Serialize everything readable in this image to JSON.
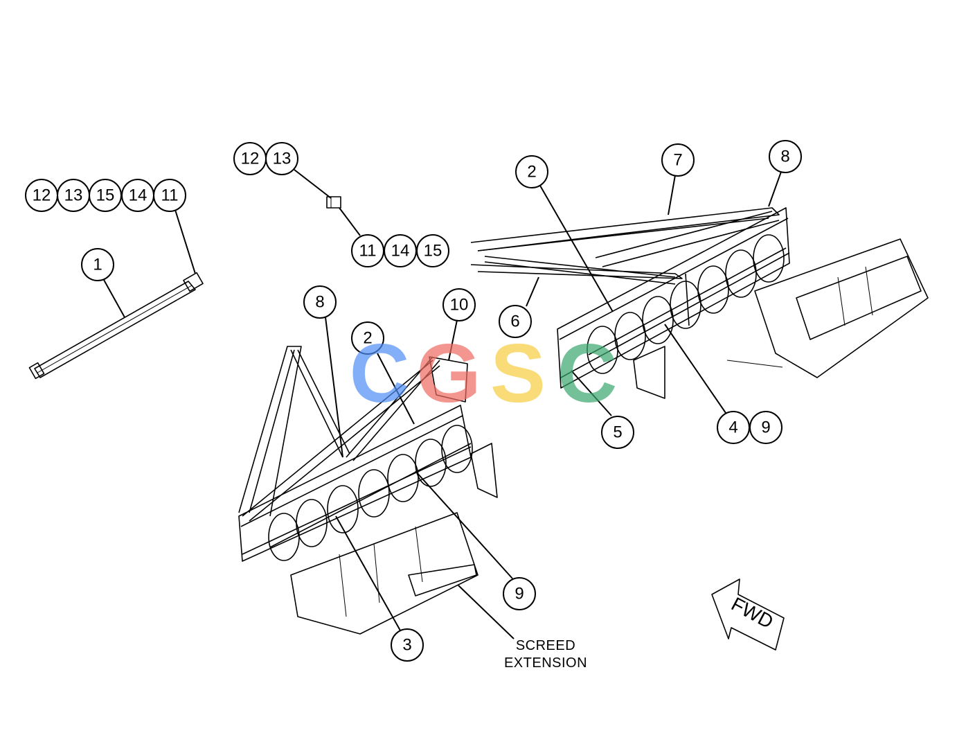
{
  "callouts": {
    "c12a": "12",
    "c13a": "13",
    "c15a": "15",
    "c14a": "14",
    "c11a": "11",
    "c12b": "12",
    "c13b": "13",
    "c11b": "11",
    "c14b": "14",
    "c15b": "15",
    "c1": "1",
    "c2a": "2",
    "c7": "7",
    "c8a": "8",
    "c6": "6",
    "c5": "5",
    "c4": "4",
    "c9a": "9",
    "c8b": "8",
    "c2b": "2",
    "c10": "10",
    "c9b": "9",
    "c3": "3"
  },
  "labels": {
    "screed_line1": "SCREED",
    "screed_line2": "EXTENSION",
    "fwd": "FWD"
  },
  "watermark": {
    "letters": [
      "C",
      "G",
      "S",
      "C"
    ],
    "colors": [
      "#4f8ef7",
      "#ef6b62",
      "#f7cd3e",
      "#3aa86e"
    ]
  }
}
